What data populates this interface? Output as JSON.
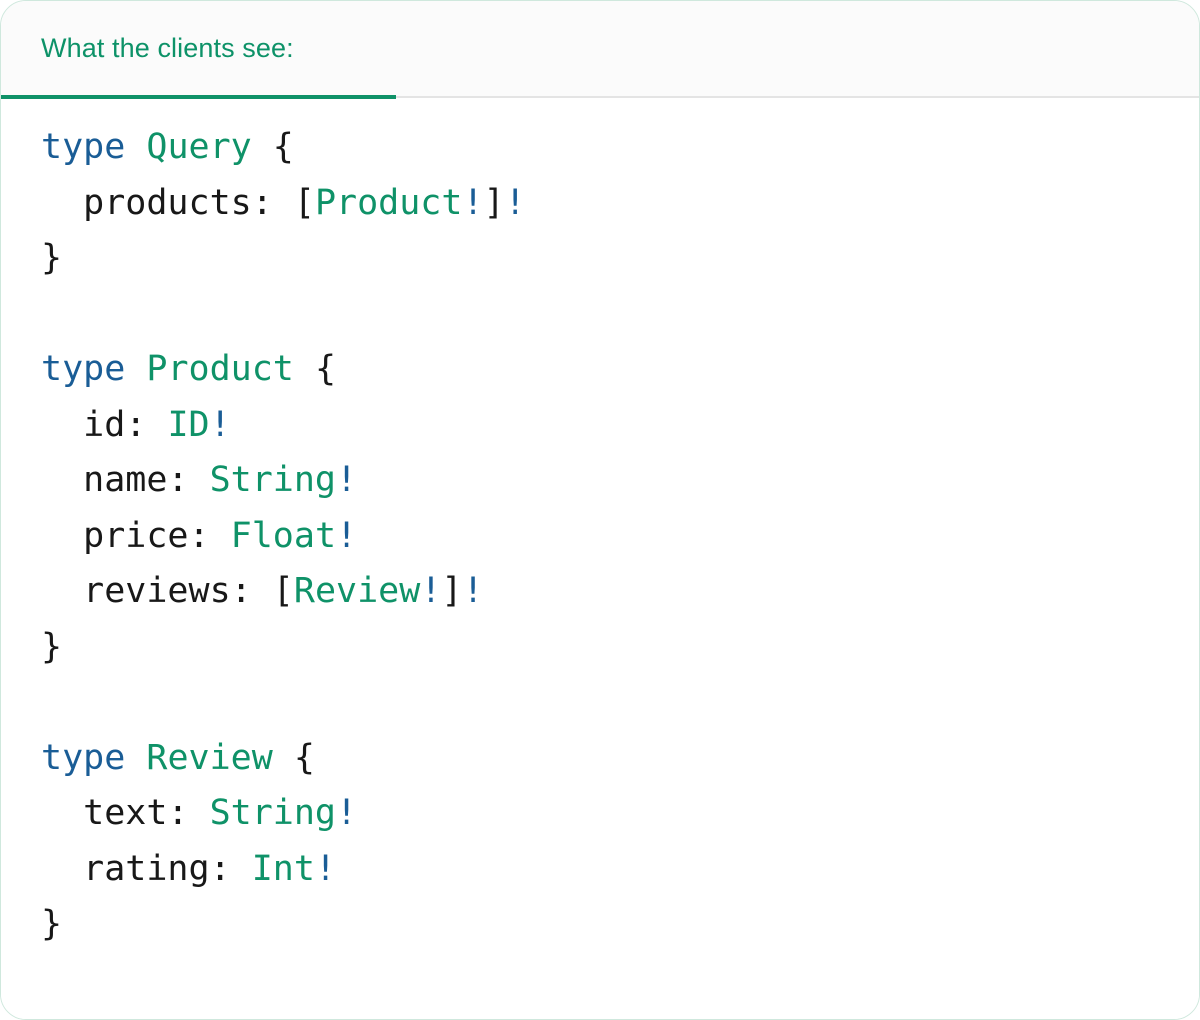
{
  "card": {
    "border_color": "#cfe8dd",
    "background": "#ffffff"
  },
  "header": {
    "background": "#fbfbfb",
    "active_tab_label": "What the clients see:",
    "active_tab_color": "#0d9268",
    "underline_color": "#0f9268",
    "border_color": "#e4e4e4"
  },
  "colors": {
    "keyword": "#1a5d96",
    "type_name": "#0f9268",
    "text": "#181818",
    "bang": "#1a5d96"
  },
  "code": {
    "language": "graphql",
    "lines": [
      {
        "tokens": [
          {
            "text": "type",
            "kind": "keyword"
          },
          {
            "text": " ",
            "kind": "text"
          },
          {
            "text": "Query",
            "kind": "type"
          },
          {
            "text": " {",
            "kind": "text"
          }
        ]
      },
      {
        "tokens": [
          {
            "text": "  products: [",
            "kind": "text"
          },
          {
            "text": "Product",
            "kind": "type"
          },
          {
            "text": "!",
            "kind": "bang"
          },
          {
            "text": "]",
            "kind": "text"
          },
          {
            "text": "!",
            "kind": "bang"
          }
        ]
      },
      {
        "tokens": [
          {
            "text": "}",
            "kind": "text"
          }
        ]
      },
      {
        "tokens": []
      },
      {
        "tokens": [
          {
            "text": "type",
            "kind": "keyword"
          },
          {
            "text": " ",
            "kind": "text"
          },
          {
            "text": "Product",
            "kind": "type"
          },
          {
            "text": " {",
            "kind": "text"
          }
        ]
      },
      {
        "tokens": [
          {
            "text": "  id: ",
            "kind": "text"
          },
          {
            "text": "ID",
            "kind": "type"
          },
          {
            "text": "!",
            "kind": "bang"
          }
        ]
      },
      {
        "tokens": [
          {
            "text": "  name: ",
            "kind": "text"
          },
          {
            "text": "String",
            "kind": "type"
          },
          {
            "text": "!",
            "kind": "bang"
          }
        ]
      },
      {
        "tokens": [
          {
            "text": "  price: ",
            "kind": "text"
          },
          {
            "text": "Float",
            "kind": "type"
          },
          {
            "text": "!",
            "kind": "bang"
          }
        ]
      },
      {
        "tokens": [
          {
            "text": "  reviews: [",
            "kind": "text"
          },
          {
            "text": "Review",
            "kind": "type"
          },
          {
            "text": "!",
            "kind": "bang"
          },
          {
            "text": "]",
            "kind": "text"
          },
          {
            "text": "!",
            "kind": "bang"
          }
        ]
      },
      {
        "tokens": [
          {
            "text": "}",
            "kind": "text"
          }
        ]
      },
      {
        "tokens": []
      },
      {
        "tokens": [
          {
            "text": "type",
            "kind": "keyword"
          },
          {
            "text": " ",
            "kind": "text"
          },
          {
            "text": "Review",
            "kind": "type"
          },
          {
            "text": " {",
            "kind": "text"
          }
        ]
      },
      {
        "tokens": [
          {
            "text": "  text: ",
            "kind": "text"
          },
          {
            "text": "String",
            "kind": "type"
          },
          {
            "text": "!",
            "kind": "bang"
          }
        ]
      },
      {
        "tokens": [
          {
            "text": "  rating: ",
            "kind": "text"
          },
          {
            "text": "Int",
            "kind": "type"
          },
          {
            "text": "!",
            "kind": "bang"
          }
        ]
      },
      {
        "tokens": [
          {
            "text": "}",
            "kind": "text"
          }
        ]
      }
    ]
  }
}
